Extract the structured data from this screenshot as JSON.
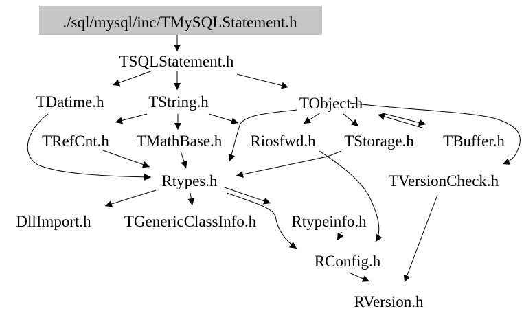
{
  "styles": {
    "background": "#ffffff",
    "text_color": "#000000",
    "edge_color": "#000000",
    "root_bg": "#c6c6c6"
  },
  "graph": {
    "type": "include-dependency-graph",
    "root": {
      "id": "TMySQLStatement",
      "label": "./sql/mysql/inc/TMySQLStatement.h"
    },
    "nodes": [
      {
        "id": "TSQLStatement",
        "label": "TSQLStatement.h"
      },
      {
        "id": "TDatime",
        "label": "TDatime.h"
      },
      {
        "id": "TString",
        "label": "TString.h"
      },
      {
        "id": "TObject",
        "label": "TObject.h"
      },
      {
        "id": "TRefCnt",
        "label": "TRefCnt.h"
      },
      {
        "id": "TMathBase",
        "label": "TMathBase.h"
      },
      {
        "id": "Riosfwd",
        "label": "Riosfwd.h"
      },
      {
        "id": "TStorage",
        "label": "TStorage.h"
      },
      {
        "id": "TBuffer",
        "label": "TBuffer.h"
      },
      {
        "id": "Rtypes",
        "label": "Rtypes.h"
      },
      {
        "id": "TVersionCheck",
        "label": "TVersionCheck.h"
      },
      {
        "id": "DllImport",
        "label": "DllImport.h"
      },
      {
        "id": "TGenericClassInfo",
        "label": "TGenericClassInfo.h"
      },
      {
        "id": "Rtypeinfo",
        "label": "Rtypeinfo.h"
      },
      {
        "id": "RConfig",
        "label": "RConfig.h"
      },
      {
        "id": "RVersion",
        "label": "RVersion.h"
      }
    ],
    "edges": [
      {
        "from": "TMySQLStatement",
        "to": "TSQLStatement"
      },
      {
        "from": "TSQLStatement",
        "to": "TDatime"
      },
      {
        "from": "TSQLStatement",
        "to": "TString"
      },
      {
        "from": "TSQLStatement",
        "to": "TObject"
      },
      {
        "from": "TDatime",
        "to": "Rtypes"
      },
      {
        "from": "TString",
        "to": "TRefCnt"
      },
      {
        "from": "TString",
        "to": "TMathBase"
      },
      {
        "from": "TString",
        "to": "Riosfwd"
      },
      {
        "from": "TObject",
        "to": "Riosfwd"
      },
      {
        "from": "TObject",
        "to": "TStorage"
      },
      {
        "from": "TObject",
        "to": "TBuffer"
      },
      {
        "from": "TBuffer",
        "to": "TObject"
      },
      {
        "from": "TObject",
        "to": "Rtypes"
      },
      {
        "from": "TObject",
        "to": "TVersionCheck"
      },
      {
        "from": "TRefCnt",
        "to": "Rtypes"
      },
      {
        "from": "TMathBase",
        "to": "Rtypes"
      },
      {
        "from": "TStorage",
        "to": "Rtypes"
      },
      {
        "from": "Riosfwd",
        "to": "RConfig"
      },
      {
        "from": "Rtypes",
        "to": "DllImport"
      },
      {
        "from": "Rtypes",
        "to": "TGenericClassInfo"
      },
      {
        "from": "Rtypes",
        "to": "Rtypeinfo"
      },
      {
        "from": "Rtypes",
        "to": "RConfig"
      },
      {
        "from": "Rtypeinfo",
        "to": "RConfig"
      },
      {
        "from": "RConfig",
        "to": "RVersion"
      },
      {
        "from": "TVersionCheck",
        "to": "RVersion"
      }
    ]
  }
}
